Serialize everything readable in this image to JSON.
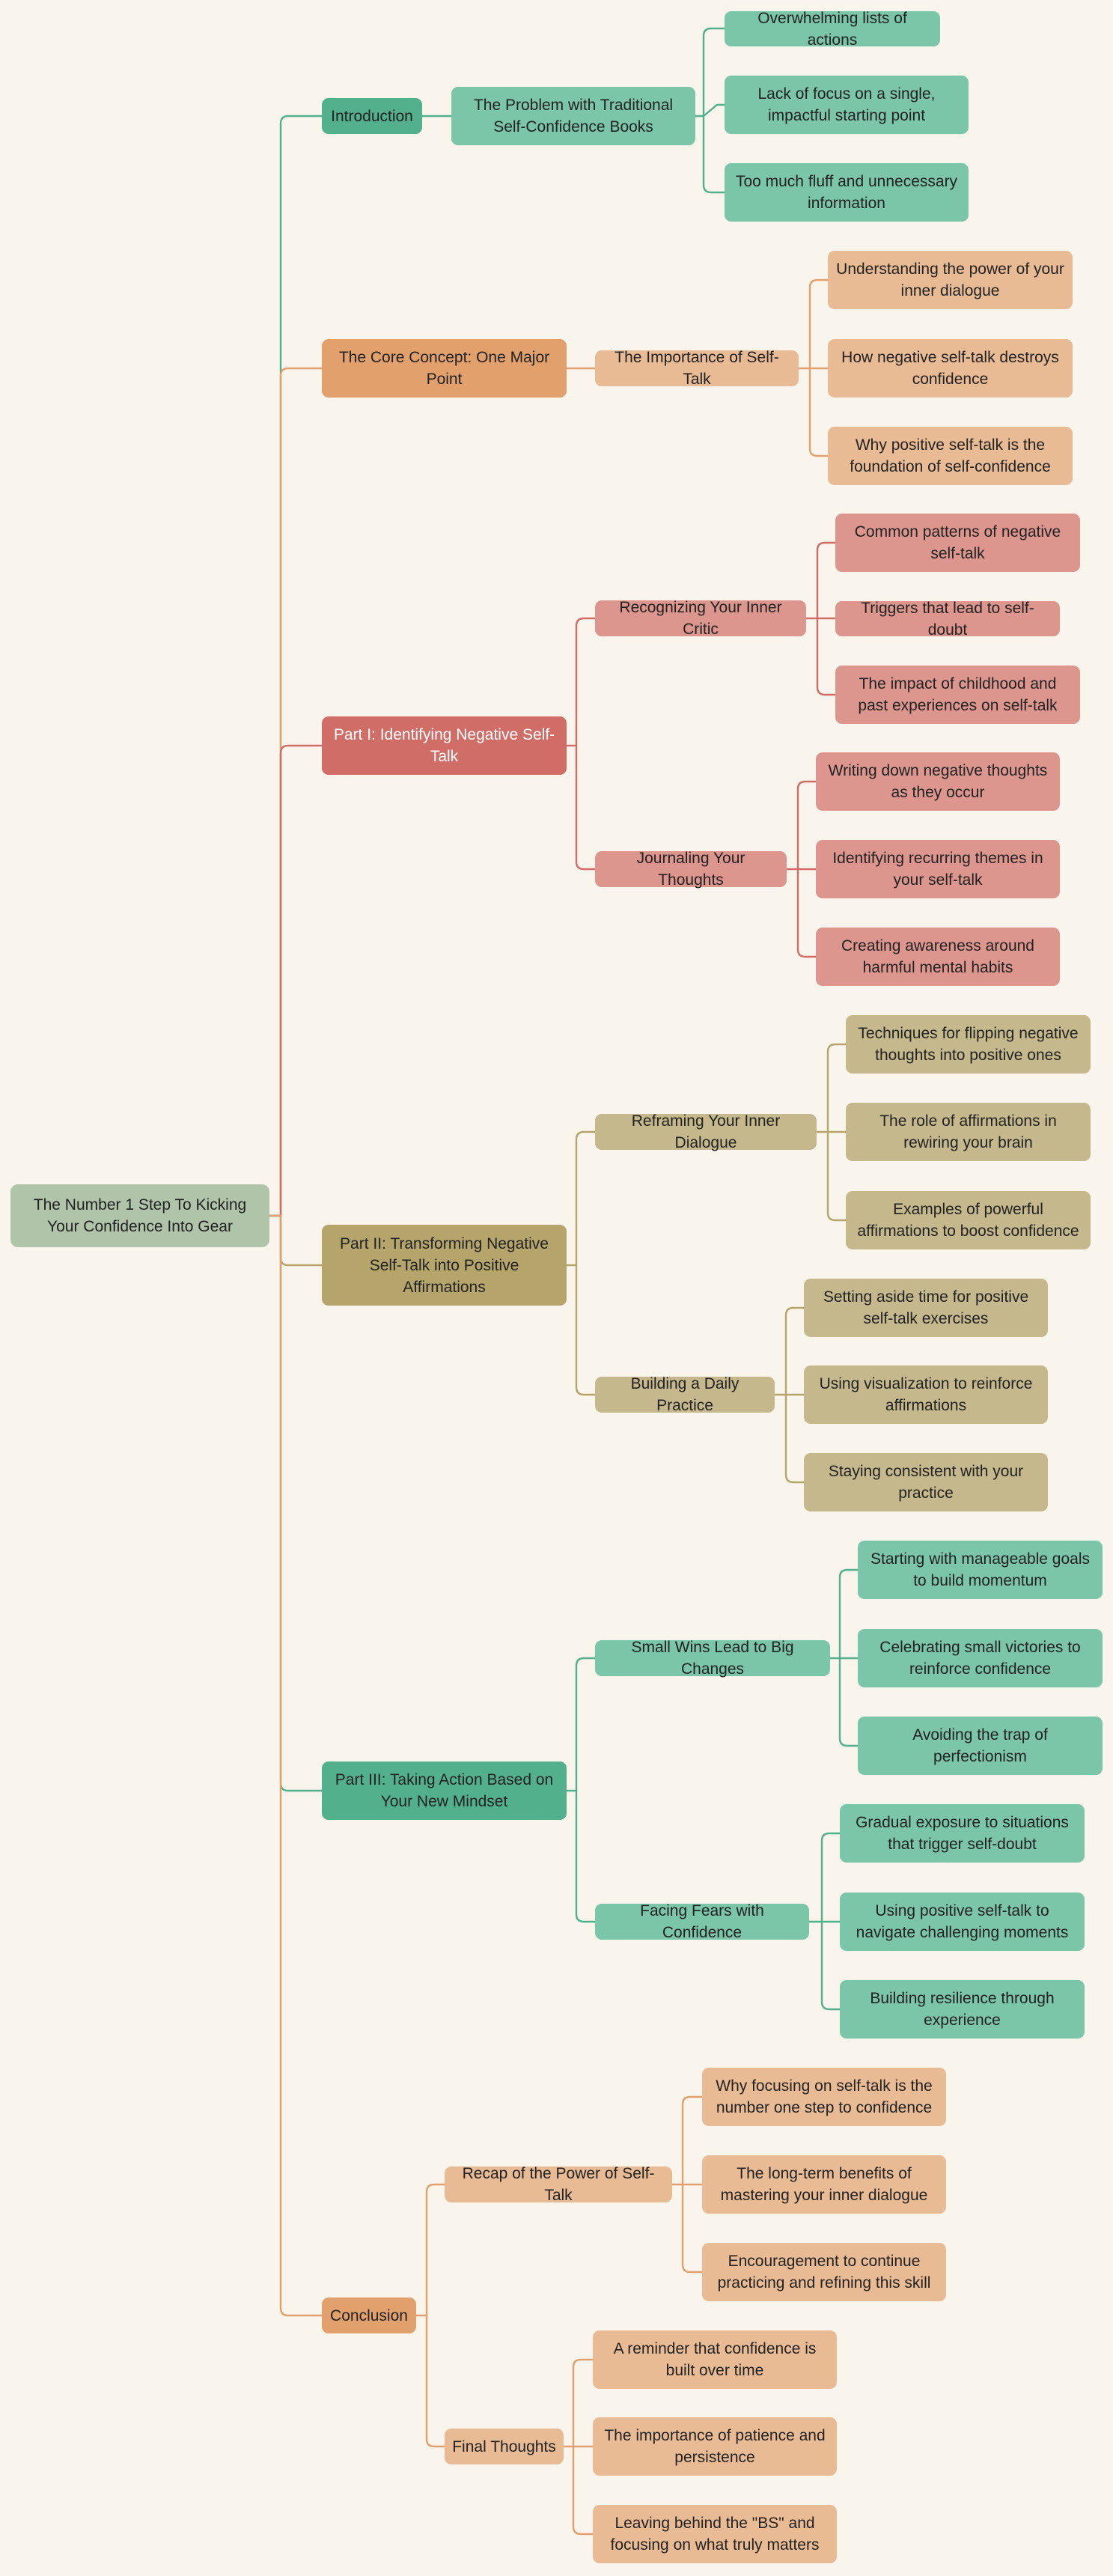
{
  "mindmap": {
    "colors": {
      "green": "#52b08c",
      "green_light": "#7bc5a8",
      "orange": "#e2a06c",
      "orange_light": "#e9bb94",
      "red": "#d06d66",
      "red_light": "#dc968e",
      "olive": "#b5a56b",
      "olive_light": "#c5b88c",
      "root": "#afc4a8",
      "background": "#faf5ec"
    },
    "root": "The Number 1 Step To Kicking Your Confidence Into Gear",
    "sections": [
      {
        "label": "Introduction",
        "topics": [
          {
            "label": "The Problem with Traditional Self-Confidence Books",
            "points": [
              "Overwhelming lists of actions",
              "Lack of focus on a single, impactful starting point",
              "Too much fluff and unnecessary information"
            ]
          }
        ]
      },
      {
        "label": "The Core Concept: One Major Point",
        "topics": [
          {
            "label": "The Importance of Self-Talk",
            "points": [
              "Understanding the power of your inner dialogue",
              "How negative self-talk destroys confidence",
              "Why positive self-talk is the foundation of self-confidence"
            ]
          }
        ]
      },
      {
        "label": "Part I: Identifying Negative Self-Talk",
        "topics": [
          {
            "label": "Recognizing Your Inner Critic",
            "points": [
              "Common patterns of negative self-talk",
              "Triggers that lead to self-doubt",
              "The impact of childhood and past experiences on self-talk"
            ]
          },
          {
            "label": "Journaling Your Thoughts",
            "points": [
              "Writing down negative thoughts as they occur",
              "Identifying recurring themes in your self-talk",
              "Creating awareness around harmful mental habits"
            ]
          }
        ]
      },
      {
        "label": "Part II: Transforming Negative Self-Talk into Positive Affirmations",
        "topics": [
          {
            "label": "Reframing Your Inner Dialogue",
            "points": [
              "Techniques for flipping negative thoughts into positive ones",
              "The role of affirmations in rewiring your brain",
              "Examples of powerful affirmations to boost confidence"
            ]
          },
          {
            "label": "Building a Daily Practice",
            "points": [
              "Setting aside time for positive self-talk exercises",
              "Using visualization to reinforce affirmations",
              "Staying consistent with your practice"
            ]
          }
        ]
      },
      {
        "label": "Part III: Taking Action Based on Your New Mindset",
        "topics": [
          {
            "label": "Small Wins Lead to Big Changes",
            "points": [
              "Starting with manageable goals to build momentum",
              "Celebrating small victories to reinforce confidence",
              "Avoiding the trap of perfectionism"
            ]
          },
          {
            "label": "Facing Fears with Confidence",
            "points": [
              "Gradual exposure to situations that trigger self-doubt",
              "Using positive self-talk to navigate challenging moments",
              "Building resilience through experience"
            ]
          }
        ]
      },
      {
        "label": "Conclusion",
        "topics": [
          {
            "label": "Recap of the Power of Self-Talk",
            "points": [
              "Why focusing on self-talk is the number one step to confidence",
              "The long-term benefits of mastering your inner dialogue",
              "Encouragement to continue practicing and refining this skill"
            ]
          },
          {
            "label": "Final Thoughts",
            "points": [
              "A reminder that confidence is built over time",
              "The importance of patience and persistence",
              "Leaving behind the \"BS\" and focusing on what truly matters"
            ]
          }
        ]
      }
    ]
  }
}
